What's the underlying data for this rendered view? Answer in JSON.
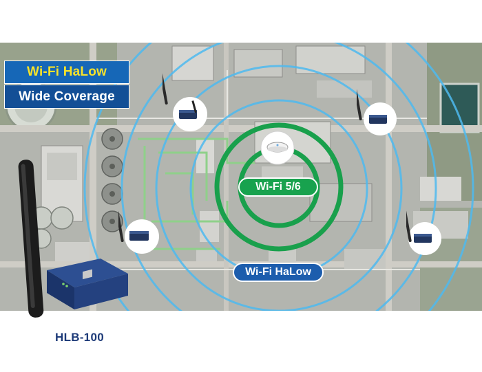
{
  "banner": {
    "line1": "Wi-Fi HaLow",
    "line2": "Wide Coverage"
  },
  "labels": {
    "wifi56": "Wi-Fi 5/6",
    "halow": "Wi-Fi HaLow"
  },
  "product": {
    "model": "HLB-100"
  },
  "colors": {
    "banner_top": "#1667b7",
    "banner_bottom": "#134f96",
    "banner_accent_text": "#f7e32a",
    "wifi56_ring": "#18a24e",
    "halow_ring": "#45b8ea",
    "halow_pill": "#1c5dad",
    "product_text": "#1d3a78"
  },
  "icons": {
    "client": "halow-client-icon",
    "access_point": "ceiling-access-point-icon",
    "bridge": "halow-bridge-device"
  }
}
